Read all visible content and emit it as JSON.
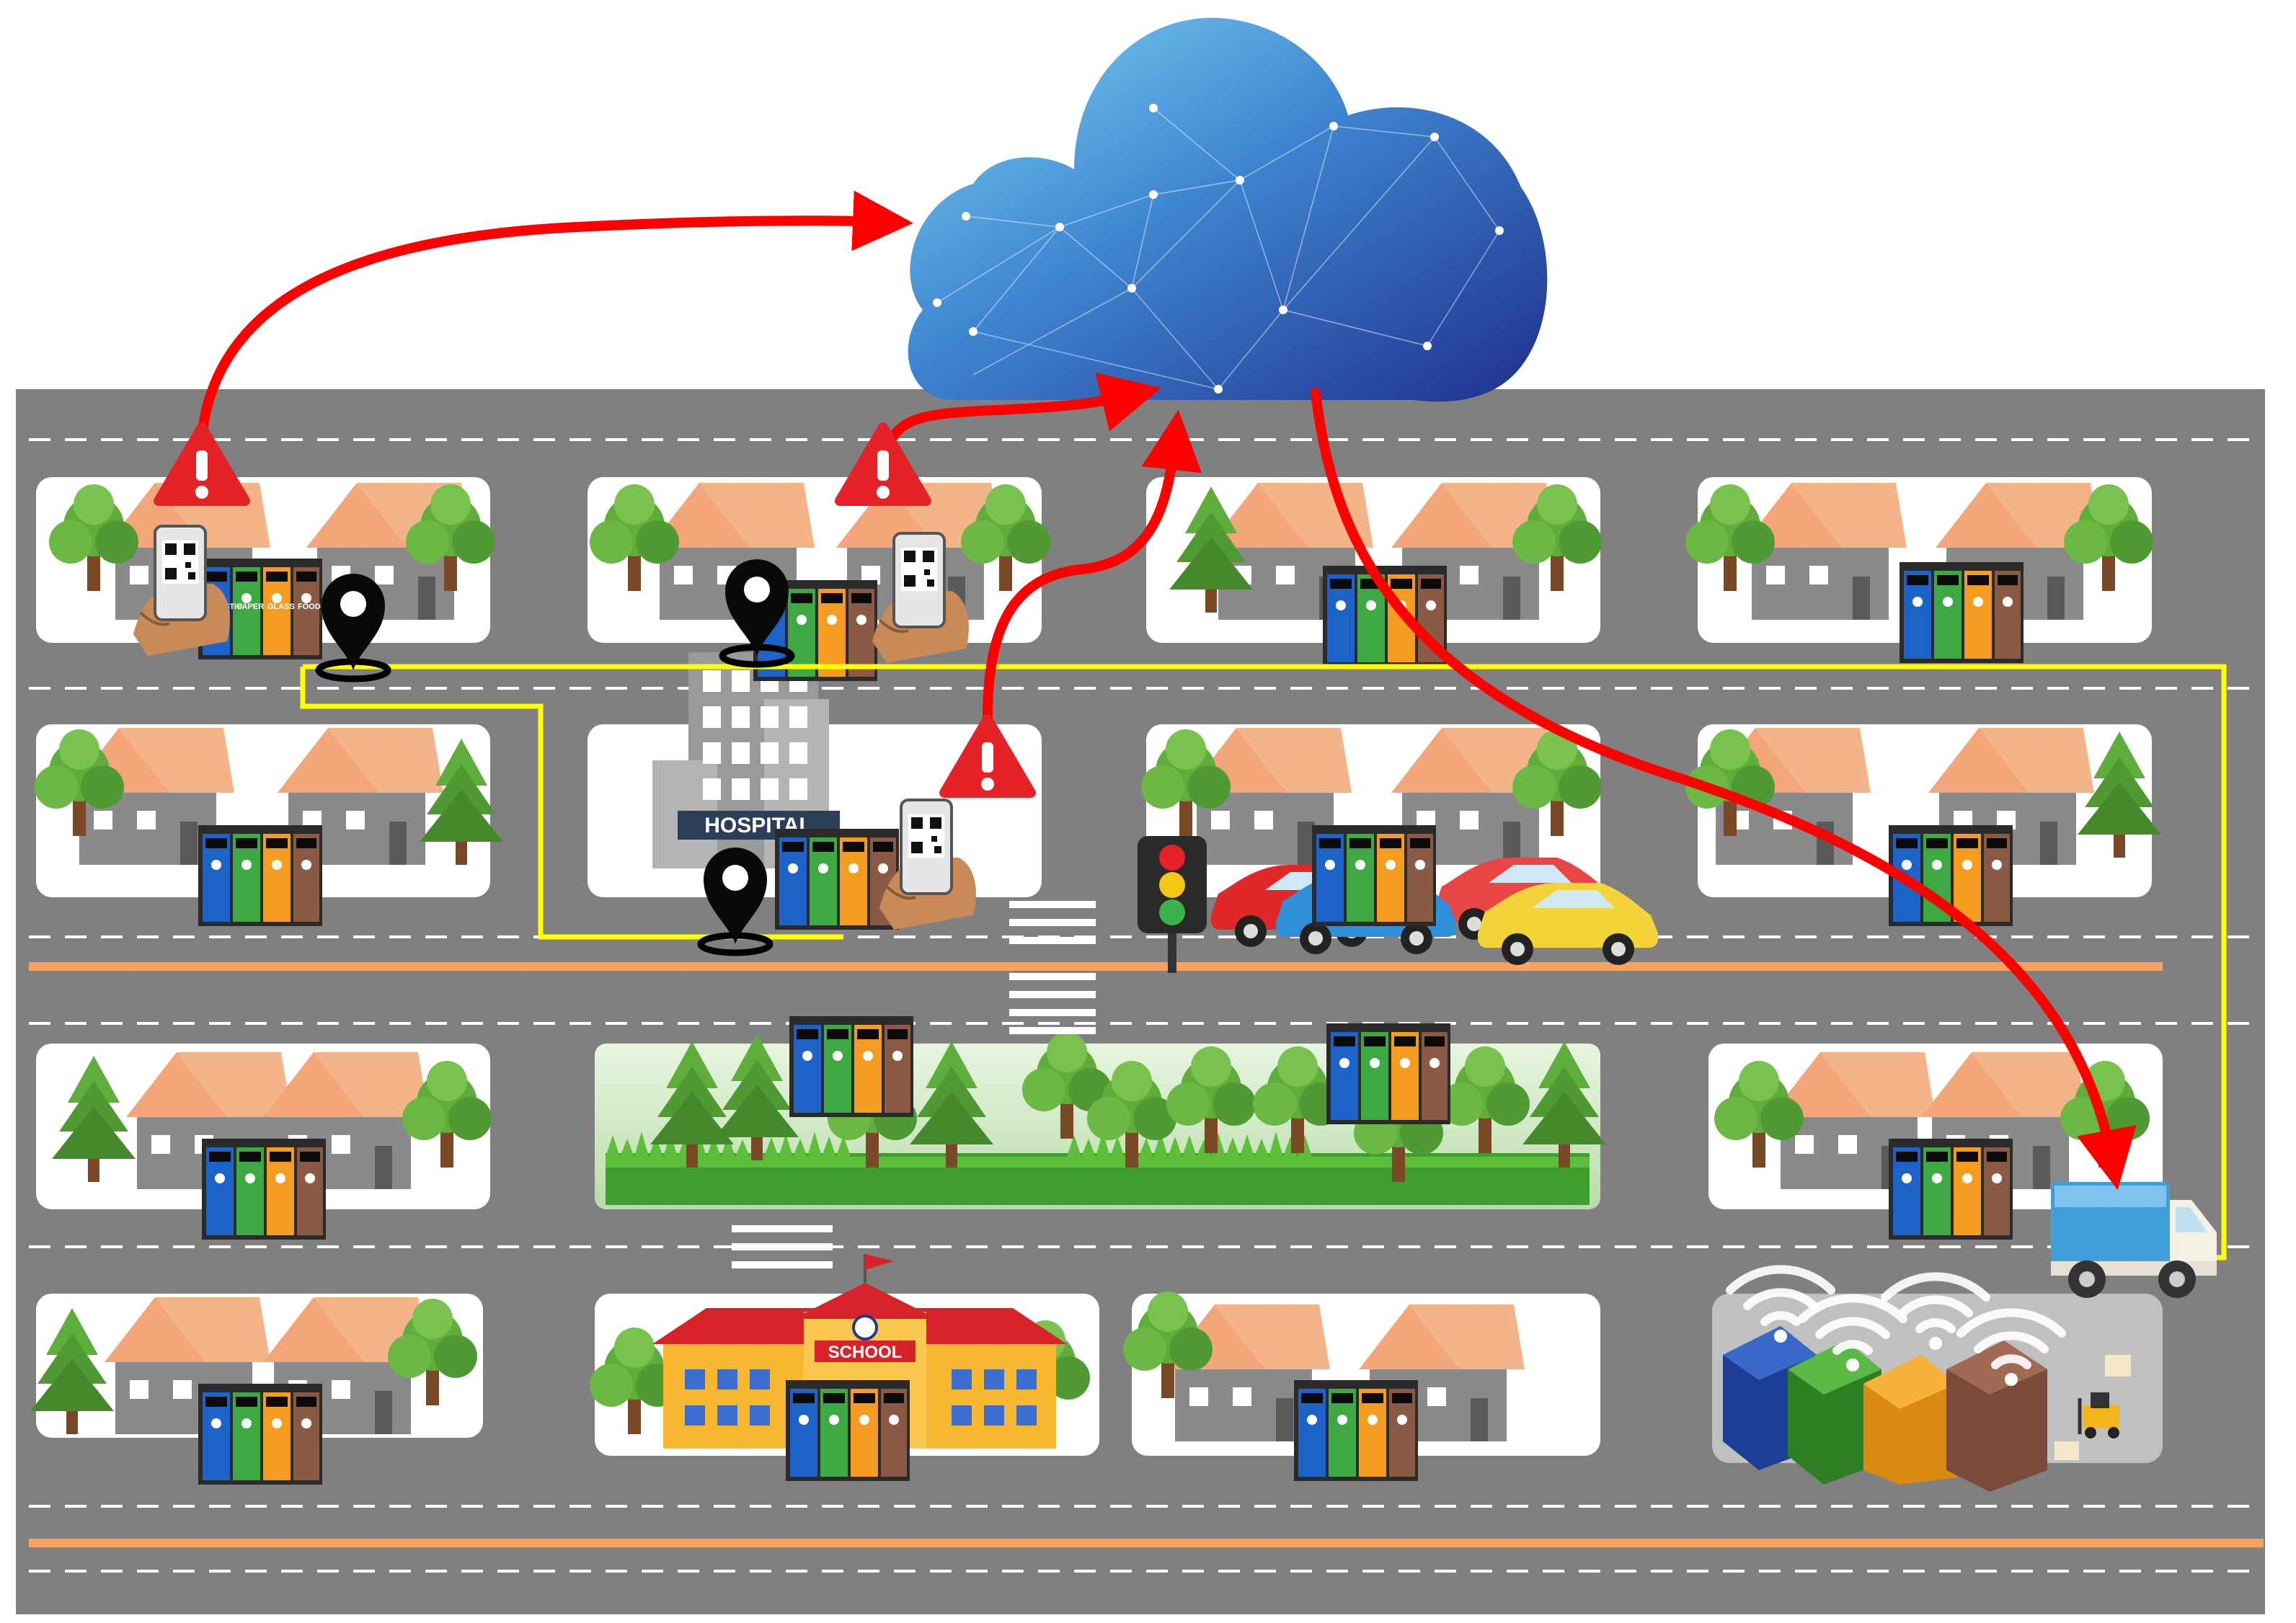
{
  "labels": {
    "hospital": "HOSPITAL",
    "school": "SCHOOL",
    "bin_categories": [
      "PLASTIC",
      "PAPER",
      "GLASS",
      "FOOD"
    ]
  },
  "colors": {
    "road": "#808080",
    "lane_marking": "#ffffff",
    "median": "#f4a460",
    "route_line": "#ffff00",
    "data_flow_arrow": "#ff0000",
    "alert": "#e52228",
    "bin_blue": "#1e64c8",
    "bin_green": "#3ea843",
    "bin_orange": "#f39c1f",
    "bin_brown": "#8b5a44",
    "cloud_light": "#6ec6f0",
    "cloud_dark": "#233a9a"
  },
  "icons": [
    "cloud-network-icon",
    "alert-icon",
    "map-pin-icon",
    "qr-phone-icon",
    "traffic-light-icon",
    "garbage-truck-icon",
    "smart-bin-icon",
    "recycling-center-icon",
    "wifi-icon",
    "house-icon",
    "tree-icon",
    "car-icon"
  ]
}
